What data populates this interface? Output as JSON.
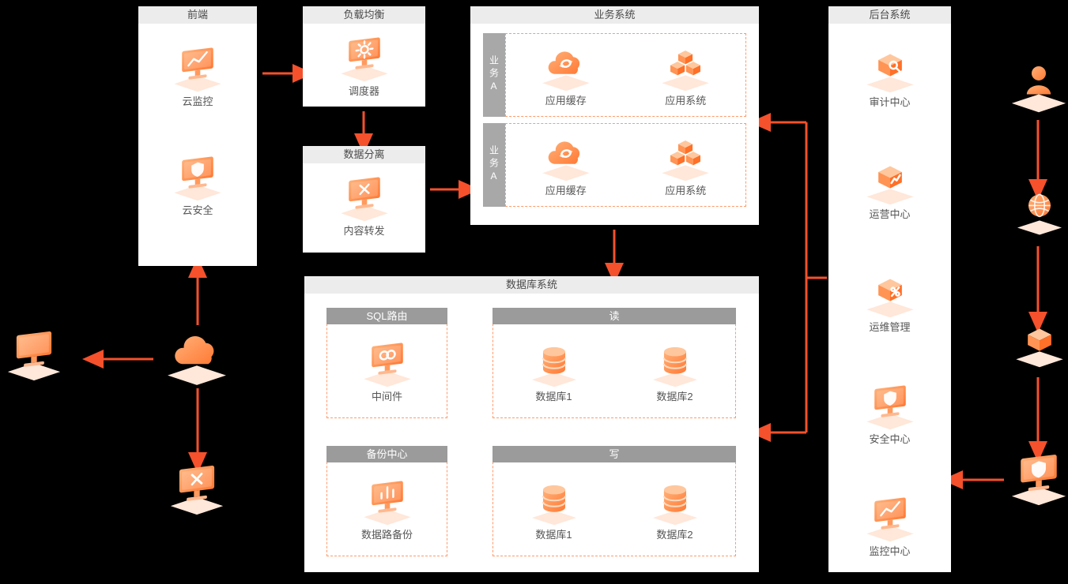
{
  "colors": {
    "background": "#000000",
    "panel": "#ffffff",
    "panel_header_bg": "#ececec",
    "panel_header_text": "#4a4a4a",
    "subpanel_header_bg": "#9b9b9b",
    "group_tab_bg": "#a8a8a8",
    "arrow": "#f4512c",
    "icon_orange": "#ff7a35",
    "dashed_border": "#ff9a6a",
    "label_text": "#555555"
  },
  "frontend": {
    "title": "前端",
    "items": [
      {
        "label": "云监控",
        "icon": "cloud-monitor-icon"
      },
      {
        "label": "云安全",
        "icon": "cloud-security-icon"
      }
    ]
  },
  "load_balancer": {
    "title": "负载均衡",
    "items": [
      {
        "label": "调度器",
        "icon": "scheduler-icon"
      }
    ]
  },
  "data_separation": {
    "title": "数据分离",
    "items": [
      {
        "label": "内容转发",
        "icon": "content-forwarding-icon"
      }
    ]
  },
  "business_system": {
    "title": "业务系统",
    "groups": [
      {
        "tab": "业务A",
        "items": [
          {
            "label": "应用缓存",
            "icon": "app-cache-icon"
          },
          {
            "label": "应用系统",
            "icon": "app-system-icon"
          }
        ]
      },
      {
        "tab": "业务A",
        "items": [
          {
            "label": "应用缓存",
            "icon": "app-cache-icon"
          },
          {
            "label": "应用系统",
            "icon": "app-system-icon"
          }
        ]
      }
    ]
  },
  "database_system": {
    "title": "数据库系统",
    "sections": {
      "sql_route": {
        "title": "SQL路由",
        "items": [
          {
            "label": "中间件",
            "icon": "middleware-icon"
          }
        ]
      },
      "read": {
        "title": "读",
        "items": [
          {
            "label": "数据库1",
            "icon": "database-icon"
          },
          {
            "label": "数据库2",
            "icon": "database-icon"
          }
        ]
      },
      "backup": {
        "title": "备份中心",
        "items": [
          {
            "label": "数据路备份",
            "icon": "data-backup-icon"
          }
        ]
      },
      "write": {
        "title": "写",
        "items": [
          {
            "label": "数据库1",
            "icon": "database-icon"
          },
          {
            "label": "数据库2",
            "icon": "database-icon"
          }
        ]
      }
    }
  },
  "backend_system": {
    "title": "后台系统",
    "items": [
      {
        "label": "审计中心",
        "icon": "audit-center-icon"
      },
      {
        "label": "运营中心",
        "icon": "operation-center-icon"
      },
      {
        "label": "运维管理",
        "icon": "om-management-icon"
      },
      {
        "label": "安全中心",
        "icon": "security-center-icon"
      },
      {
        "label": "监控中心",
        "icon": "monitor-center-icon"
      }
    ]
  },
  "floating_icons": {
    "left": [
      {
        "icon": "client-terminal-icon"
      },
      {
        "icon": "dns-cloud-icon"
      },
      {
        "icon": "blocked-terminal-icon"
      }
    ],
    "right": [
      {
        "icon": "user-icon"
      },
      {
        "icon": "internet-globe-icon"
      },
      {
        "icon": "resource-cube-icon"
      },
      {
        "icon": "security-terminal-icon"
      }
    ]
  }
}
